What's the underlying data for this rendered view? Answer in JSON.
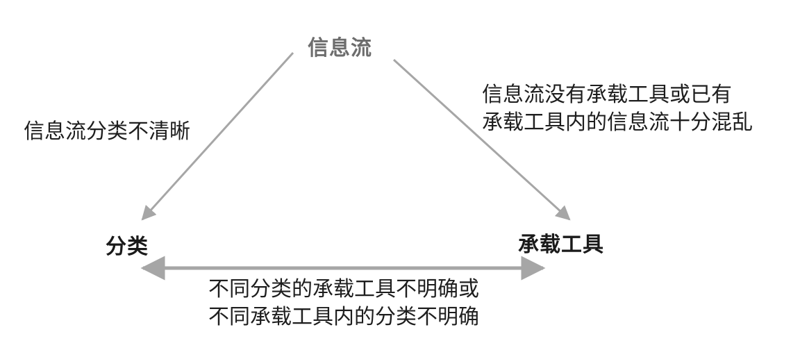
{
  "diagram": {
    "nodes": {
      "top": "信息流",
      "left": "分类",
      "right": "承载工具"
    },
    "edges": {
      "left": {
        "lines": [
          "信息流分类不清晰"
        ]
      },
      "right": {
        "lines": [
          "信息流没有承载工具或已有",
          "承载工具内的信息流十分混乱"
        ]
      },
      "bottom": {
        "lines": [
          "不同分类的承载工具不明确或",
          "不同承载工具内的分类不明确"
        ]
      }
    },
    "colors": {
      "arrow": "#a6a6a6",
      "top_node": "#6d6d6d",
      "text": "#1e1e1e"
    }
  }
}
